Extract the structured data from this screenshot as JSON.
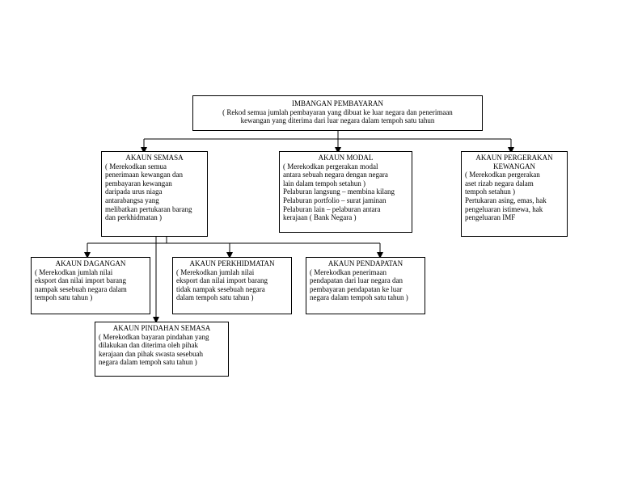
{
  "root": {
    "title": "IMBANGAN PEMBAYARAN",
    "desc": "( Rekod semua jumlah pembayaran yang dibuat ke luar negara dan penerimaan\nkewangan yang diterima dari luar negara dalam tempoh satu tahun"
  },
  "semasa": {
    "title": "AKAUN SEMASA",
    "desc": "( Merekodkan semua\npenerimaan kewangan dan\npembayaran kewangan\ndaripada urus niaga\nantarabangsa yang\nmelibatkan pertukaran barang\ndan perkhidmatan )"
  },
  "modal": {
    "title": "AKAUN MODAL",
    "desc": "( Merekodkan pergerakan modal\nantara sebuah negara dengan negara\nlain dalam tempoh setahun )\nPelaburan langsung – membina kilang\nPelaburan portfolio – surat jaminan\nPelaburan lain – pelaburan antara\nkerajaan ( Bank Negara )"
  },
  "pergerakan": {
    "title": "AKAUN PERGERAKAN\nKEWANGAN",
    "desc": "( Merekodkan pergerakan\naset rizab negara dalam\ntempoh setahun )\nPertukaran asing, emas, hak\npengeluaran istimewa, hak\npengeluaran IMF"
  },
  "dagangan": {
    "title": "AKAUN DAGANGAN",
    "desc": "( Merekodkan jumlah nilai\neksport dan nilai import barang\nnampak sesebuah negara dalam\ntempoh satu tahun )"
  },
  "perkhidmatan": {
    "title": "AKAUN PERKHIDMATAN",
    "desc": "( Merekodkan jumlah nilai\neksport dan nilai import barang\ntidak nampak sesebuah negara\ndalam tempoh satu tahun )"
  },
  "pendapatan": {
    "title": "AKAUN PENDAPATAN",
    "desc": "( Merekodkan penerimaan\npendapatan dari luar negara dan\npembayaran pendapatan ke luar\nnegara dalam tempoh satu tahun )"
  },
  "pindahan": {
    "title": "AKAUN PINDAHAN SEMASA",
    "desc": "( Merekodkan bayaran pindahan yang\ndilakukan dan diterima oleh pihak\nkerajaan dan pihak swasta sesebuah\nnegara dalam tempoh satu tahun )"
  }
}
